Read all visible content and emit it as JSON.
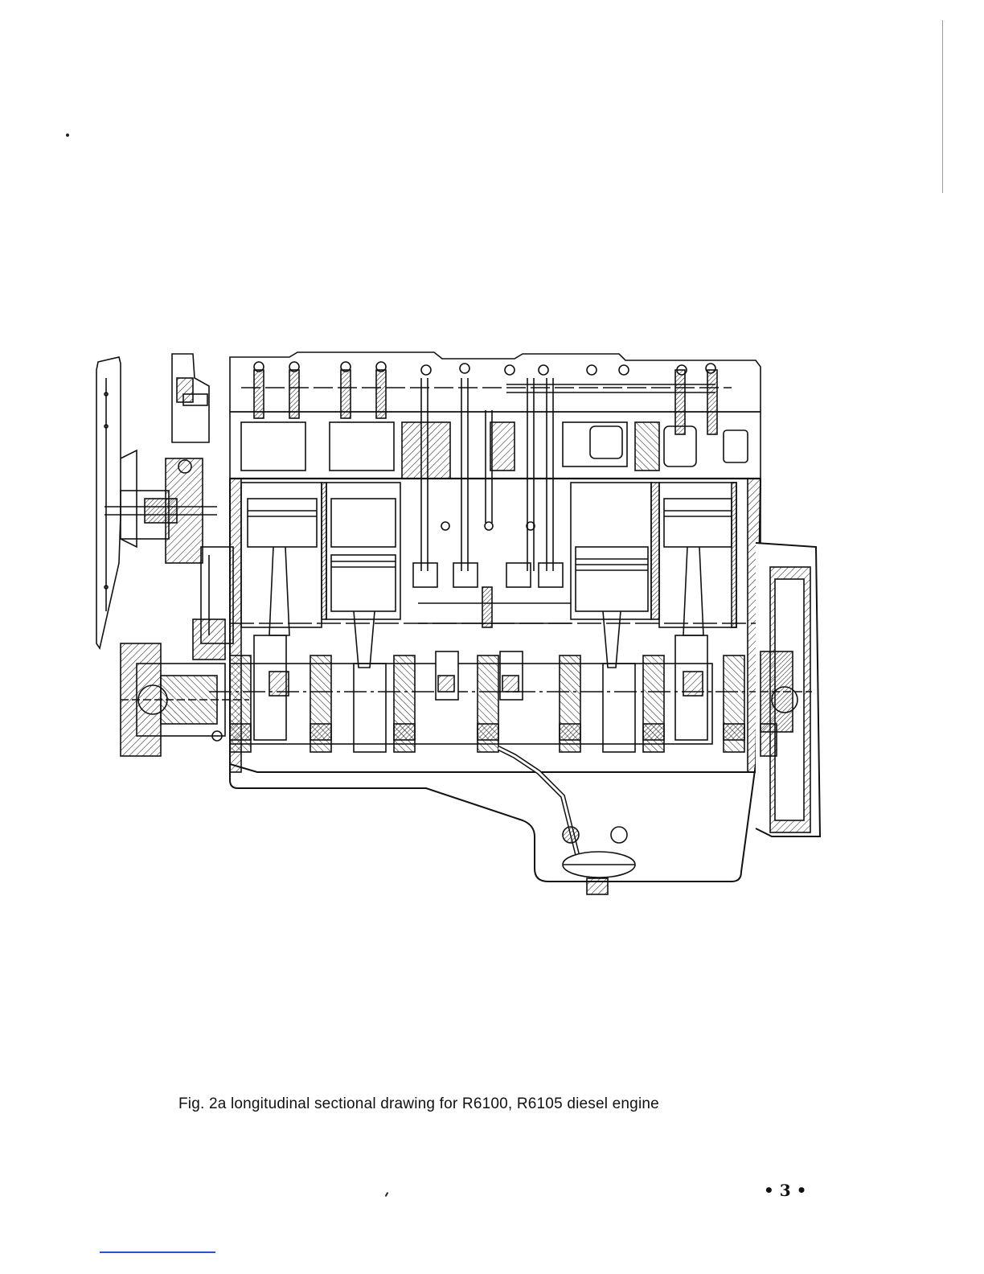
{
  "figure": {
    "caption": "Fig. 2a longitudinal sectional drawing for R6100, R6105 diesel engine",
    "illustration_name": "engine-longitudinal-section"
  },
  "page": {
    "number": "• 3 •"
  },
  "colors": {
    "ink": "#111111",
    "paper": "#ffffff",
    "rule_blue": "#2d4fd1"
  }
}
